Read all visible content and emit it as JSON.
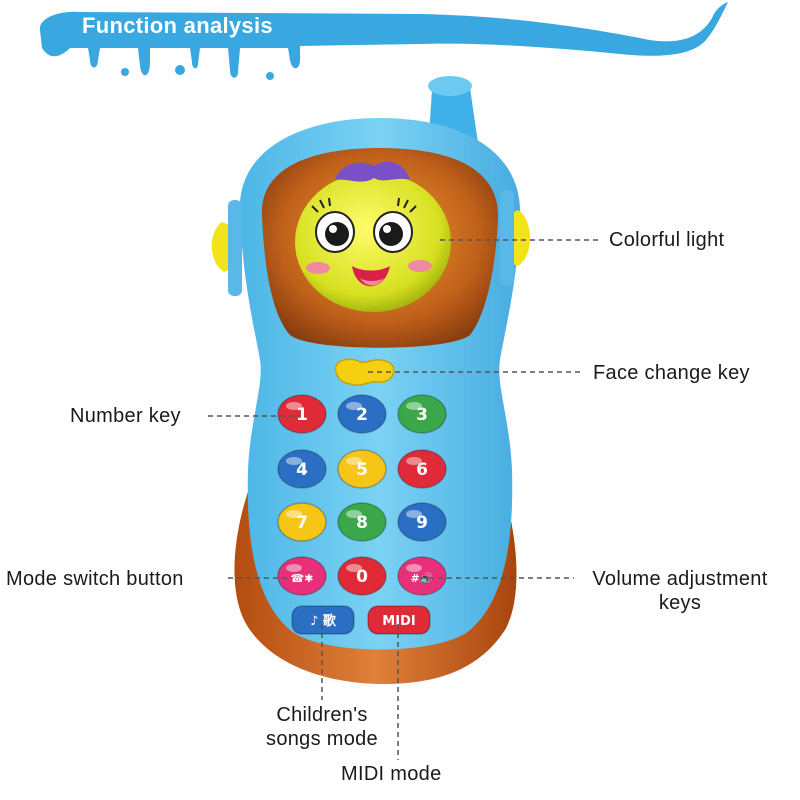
{
  "banner": {
    "title": "Function analysis",
    "color": "#3aa8e0"
  },
  "product": {
    "body_color": "#5cc4ee",
    "rim_color": "#c75a14",
    "accent_yellow": "#f7e11a",
    "keys": [
      {
        "label": "1",
        "color": "#e02a38"
      },
      {
        "label": "2",
        "color": "#2b6fc4"
      },
      {
        "label": "3",
        "color": "#3aa84a"
      },
      {
        "label": "4",
        "color": "#2b6fc4"
      },
      {
        "label": "5",
        "color": "#f5c518"
      },
      {
        "label": "6",
        "color": "#e02a38"
      },
      {
        "label": "7",
        "color": "#f5c518"
      },
      {
        "label": "8",
        "color": "#3aa84a"
      },
      {
        "label": "9",
        "color": "#2b6fc4"
      },
      {
        "label": "☎✱",
        "color": "#e8307a"
      },
      {
        "label": "0",
        "color": "#e02a38"
      },
      {
        "label": "#🔊",
        "color": "#e8307a"
      }
    ],
    "mode_keys": [
      {
        "label": "♪ 歌",
        "color": "#2b6fc4"
      },
      {
        "label": "MIDI",
        "color": "#e02a38"
      }
    ]
  },
  "callouts": {
    "colorful_light": "Colorful light",
    "face_change_key": "Face change key",
    "number_key": "Number key",
    "mode_switch_button": "Mode switch button",
    "volume_line1": "Volume adjustment",
    "volume_line2": "keys",
    "children_line1": "Children's",
    "children_line2": "songs mode",
    "midi_mode": "MIDI mode"
  }
}
